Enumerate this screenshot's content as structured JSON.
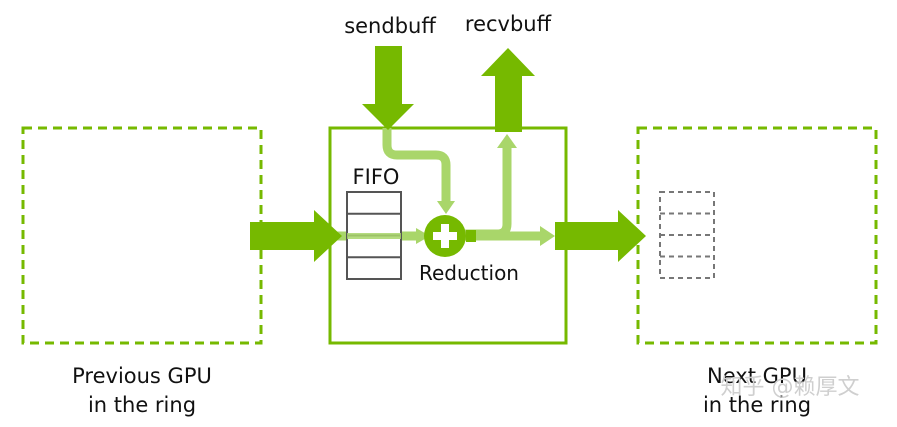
{
  "labels": {
    "sendbuff": "sendbuff",
    "recvbuff": "recvbuff",
    "fifo": "FIFO",
    "reduction": "Reduction",
    "previous_gpu_line1": "Previous GPU",
    "previous_gpu_line2": "in the ring",
    "next_gpu_line1": "Next GPU",
    "next_gpu_line2": "in the ring"
  },
  "watermark": "知乎 @赖厚文",
  "colors": {
    "green_dark": "#76b900",
    "green_light": "#a9d66a",
    "dash_gray": "#777777",
    "text": "#111111"
  }
}
